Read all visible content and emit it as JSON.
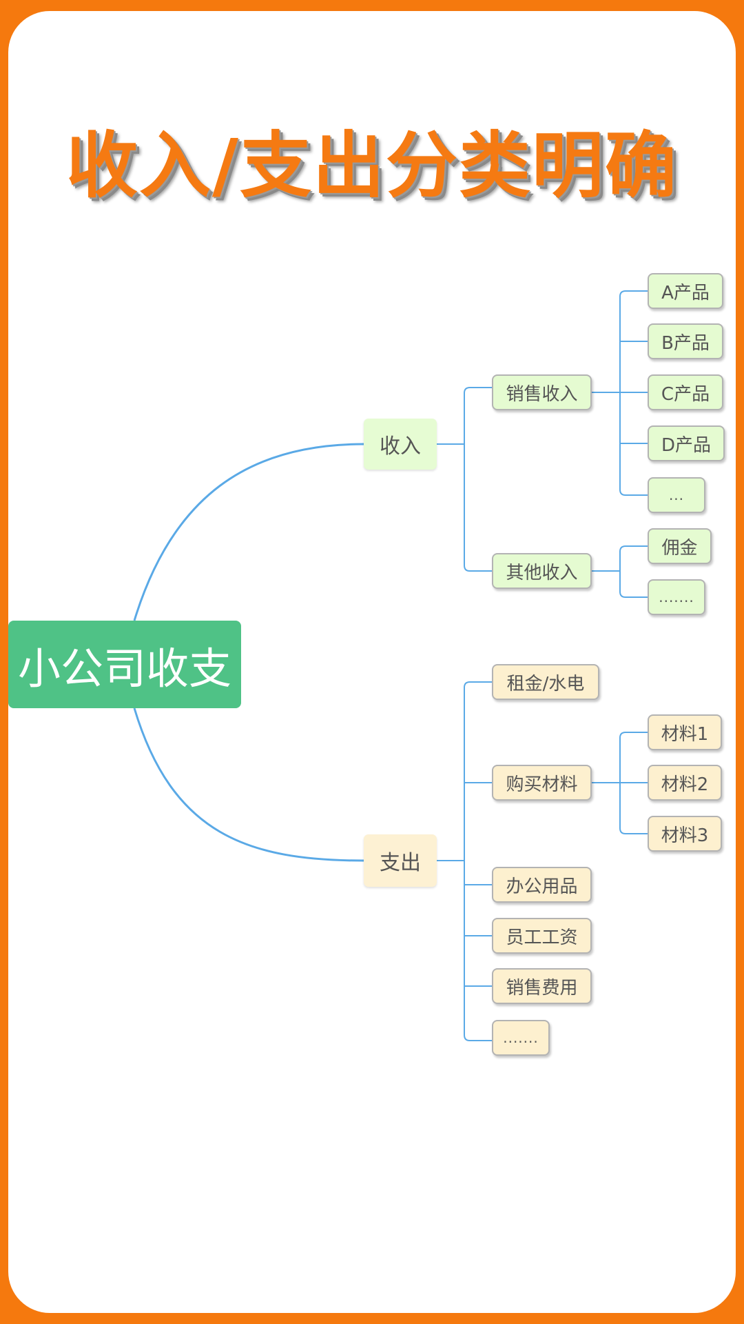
{
  "title": "收入/支出分类明确",
  "mindmap": {
    "root": "小公司收支",
    "income": {
      "label": "收入",
      "sales": {
        "label": "销售收入",
        "items": [
          "A产品",
          "B产品",
          "C产品",
          "D产品",
          "..."
        ]
      },
      "other": {
        "label": "其他收入",
        "items": [
          "佣金",
          "......."
        ]
      }
    },
    "expense": {
      "label": "支出",
      "rent": "租金/水电",
      "materials": {
        "label": "购买材料",
        "items": [
          "材料1",
          "材料2",
          "材料3"
        ]
      },
      "office": "办公用品",
      "salary": "员工工资",
      "sales_cost": "销售费用",
      "more": "......."
    }
  },
  "colors": {
    "frame": "#f5790e",
    "title": "#f57a12",
    "root": "#4fc286",
    "income_node": "#e5fbd1",
    "expense_node": "#fdf0cf",
    "connector": "#5aa9e6"
  }
}
